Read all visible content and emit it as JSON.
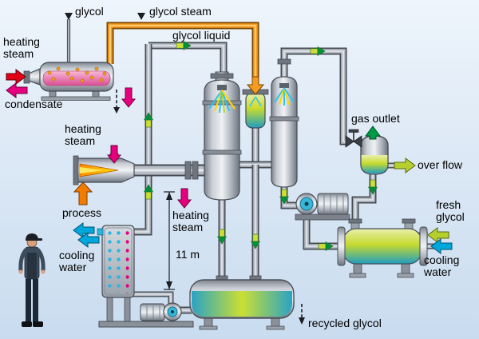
{
  "diagram": {
    "type": "process-flow-diagram",
    "subject": "glycol regeneration plant"
  },
  "labels": {
    "glycol": "glycol",
    "glycol_steam": "glycol steam",
    "glycol_liquid": "glycol liquid",
    "heating_steam_evaporator": {
      "line1": "heating",
      "line2": "steam"
    },
    "condensate": "condensate",
    "heating_steam_ejector": {
      "line1": "heating",
      "line2": "steam"
    },
    "process": "process",
    "cooling_water_left": {
      "line1": "cooling",
      "line2": "water"
    },
    "heating_steam_column": {
      "line1": "heating",
      "line2": "steam"
    },
    "column_height": "11 m",
    "gas_outlet": "gas outlet",
    "over_flow": "over flow",
    "fresh_glycol": {
      "line1": "fresh",
      "line2": "glycol"
    },
    "cooling_water_right": {
      "line1": "cooling",
      "line2": "water"
    },
    "recycled_glycol": "recycled glycol"
  },
  "icons": {
    "heating-steam-arrow": "red block arrow right",
    "condensate-arrow": "magenta block arrow left",
    "evaporator-drain-arrow": "magenta block arrow down",
    "ejector-heating-steam-arrow": "magenta block arrow down",
    "column-heating-steam-arrow": "magenta block arrow down",
    "process-arrow": "orange block arrow up",
    "glycol-steam-inlet-arrow": "orange block arrow down",
    "cooling-water-arrow": "cyan block arrow left",
    "gas-outlet-arrow": "green block arrow up",
    "overflow-arrow": "yellow-green block arrow right",
    "fresh-glycol-arrow": "yellow-green block arrow left",
    "glycol-feed-marker": "black triangle down",
    "recycled-glycol-arrow": "black dashed arrow down",
    "flow-direction-marker": "small green arrow on pipe"
  },
  "colors": {
    "background_top": "#eef5fc",
    "background_bottom": "#c9dcef",
    "pipe_gray": "#b7bdc6",
    "pipe_outline": "#474c54",
    "glycol_steam_pipe": "#f59b1e",
    "heating_steam_red": "#e30016",
    "condensate_magenta": "#e6007e",
    "process_orange": "#f07c00",
    "cooling_water_cyan": "#00a7dc",
    "gas_green": "#009b48",
    "glycol_yellow_green": "#b4cf2e",
    "liquid_gradient_top": "#c6da2e",
    "liquid_gradient_bottom": "#1f9dc2",
    "flow_marker_green": "#00913e"
  }
}
